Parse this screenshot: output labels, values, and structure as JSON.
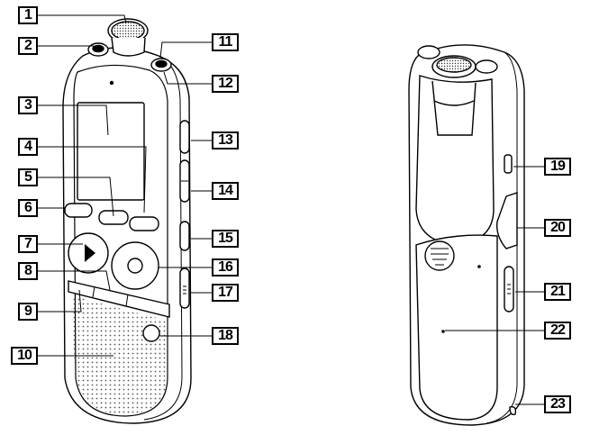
{
  "figure": {
    "callouts": [
      {
        "id": "c1",
        "label": "1"
      },
      {
        "id": "c2",
        "label": "2"
      },
      {
        "id": "c3",
        "label": "3"
      },
      {
        "id": "c4",
        "label": "4"
      },
      {
        "id": "c5",
        "label": "5"
      },
      {
        "id": "c6",
        "label": "6"
      },
      {
        "id": "c7",
        "label": "7"
      },
      {
        "id": "c8",
        "label": "8"
      },
      {
        "id": "c9",
        "label": "9"
      },
      {
        "id": "c10",
        "label": "10"
      },
      {
        "id": "c11",
        "label": "11"
      },
      {
        "id": "c12",
        "label": "12"
      },
      {
        "id": "c13",
        "label": "13"
      },
      {
        "id": "c14",
        "label": "14"
      },
      {
        "id": "c15",
        "label": "15"
      },
      {
        "id": "c16",
        "label": "16"
      },
      {
        "id": "c17",
        "label": "17"
      },
      {
        "id": "c18",
        "label": "18"
      },
      {
        "id": "c19",
        "label": "19"
      },
      {
        "id": "c20",
        "label": "20"
      },
      {
        "id": "c21",
        "label": "21"
      },
      {
        "id": "c22",
        "label": "22"
      },
      {
        "id": "c23",
        "label": "23"
      }
    ],
    "colors": {
      "ink": "#000000",
      "body_fill": "#ffffff",
      "grille_dot": "#555555",
      "display": "#ffffff"
    }
  }
}
